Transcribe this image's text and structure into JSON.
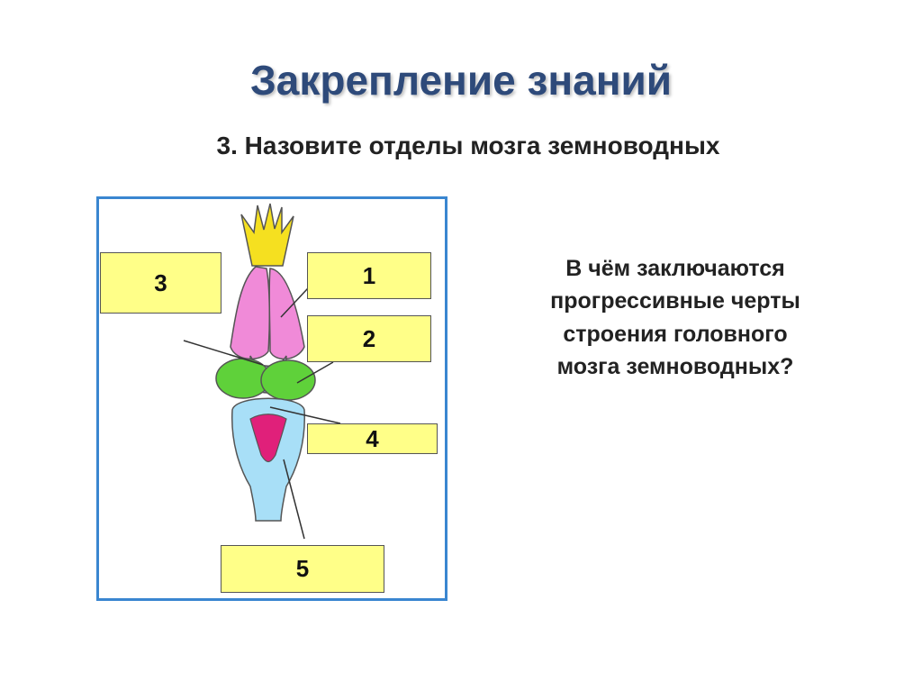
{
  "slide": {
    "title": "Закрепление знаний",
    "subtitle": "3. Назовите отделы мозга земноводных",
    "question": "В чём заключаются\nпрогрессивные черты\nстроения головного\nмозга земноводных?"
  },
  "diagram": {
    "labels": {
      "box1": "1",
      "box2": "2",
      "box3": "3",
      "box4": "4",
      "box5": "5"
    },
    "colors": {
      "frame": "#3a86d0",
      "label_fill": "#ffff88",
      "olfactory": "#f5e020",
      "forebrain": "#f08ad8",
      "midbrain": "#5fd13a",
      "hindbrain": "#a8dff7",
      "medulla_spot": "#e0207a"
    }
  }
}
